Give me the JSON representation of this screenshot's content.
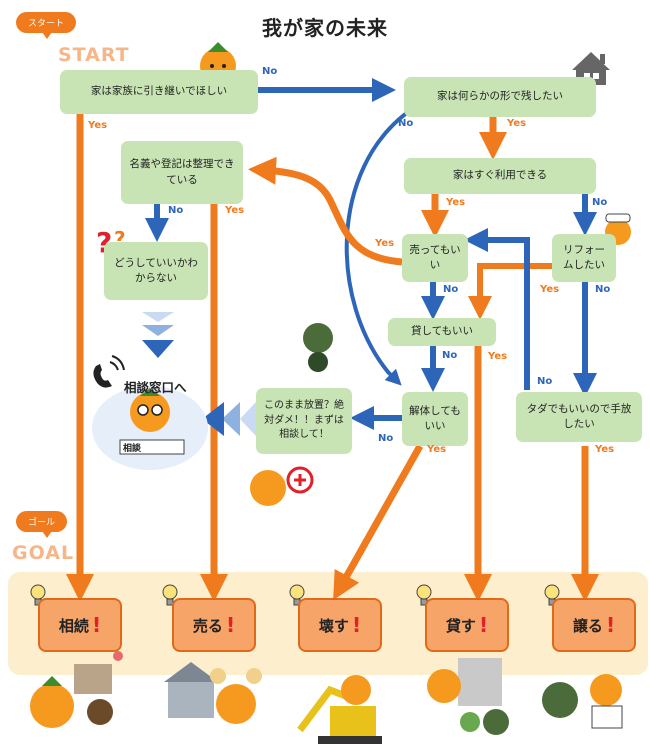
{
  "title": "我が家の未来",
  "start": {
    "bubble": "スタート",
    "label": "START"
  },
  "goal": {
    "bubble": "ゴール",
    "label": "GOAL"
  },
  "nodes": {
    "pass_on": "家は家族に引き継いでほしい",
    "keep_form": "家は何らかの形で残したい",
    "usable_now": "家はすぐ利用できる",
    "registered": "名義や登記は整理できている",
    "dont_know": "どうしていいかわからない",
    "sell_ok": "売ってもいい",
    "renovate": "リフォームしたい",
    "rent_ok": "貸してもいい",
    "demolish_ok": "解体してもいい",
    "give_away": "タダでもいいので手放したい",
    "warning": "このまま放置？絶対ダメ！！まずは相談して！"
  },
  "consult_label": "相談窓口へ",
  "desk_sign": "相談",
  "edge_labels": {
    "yes": "Yes",
    "no": "No"
  },
  "goals": [
    {
      "label": "相続"
    },
    {
      "label": "売る"
    },
    {
      "label": "壊す"
    },
    {
      "label": "貸す"
    },
    {
      "label": "譲る"
    }
  ],
  "colors": {
    "yes": "#f07b1e",
    "no": "#2d66b8",
    "node": "#c8e4b4",
    "goal": "#f7a468",
    "band": "#fdeecd"
  }
}
